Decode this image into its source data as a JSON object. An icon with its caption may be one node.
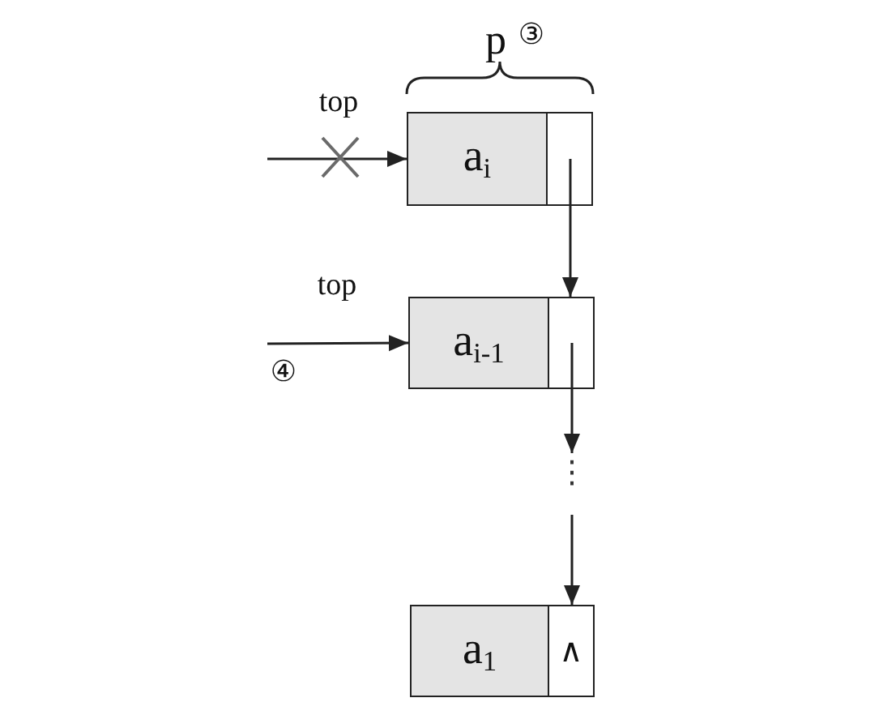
{
  "diagram": {
    "nodes": [
      {
        "text": [
          "a$_{i}$"
        ],
        "beside": [
          "p",
          "③"
        ]
      },
      {
        "text": [
          "a$_{i-1}$"
        ]
      },
      {
        "text": [
          "⋮"
        ]
      },
      {
        "text": [
          "a$_{1}$",
          "∧"
        ]
      }
    ],
    "edges": [
      {
        "from": null,
        "to": 0,
        "arrow": "to",
        "label": "top"
      },
      {
        "from": 0,
        "to": 1,
        "arrow": "to"
      },
      {
        "from": null,
        "to": 1,
        "arrow": "to",
        "label": "top"
      },
      {
        "from": 1,
        "to": 2,
        "arrow": "to"
      },
      {
        "from": 2,
        "to": 3,
        "arrow": "to"
      }
    ],
    "labels": [
      "④"
    ]
  }
}
